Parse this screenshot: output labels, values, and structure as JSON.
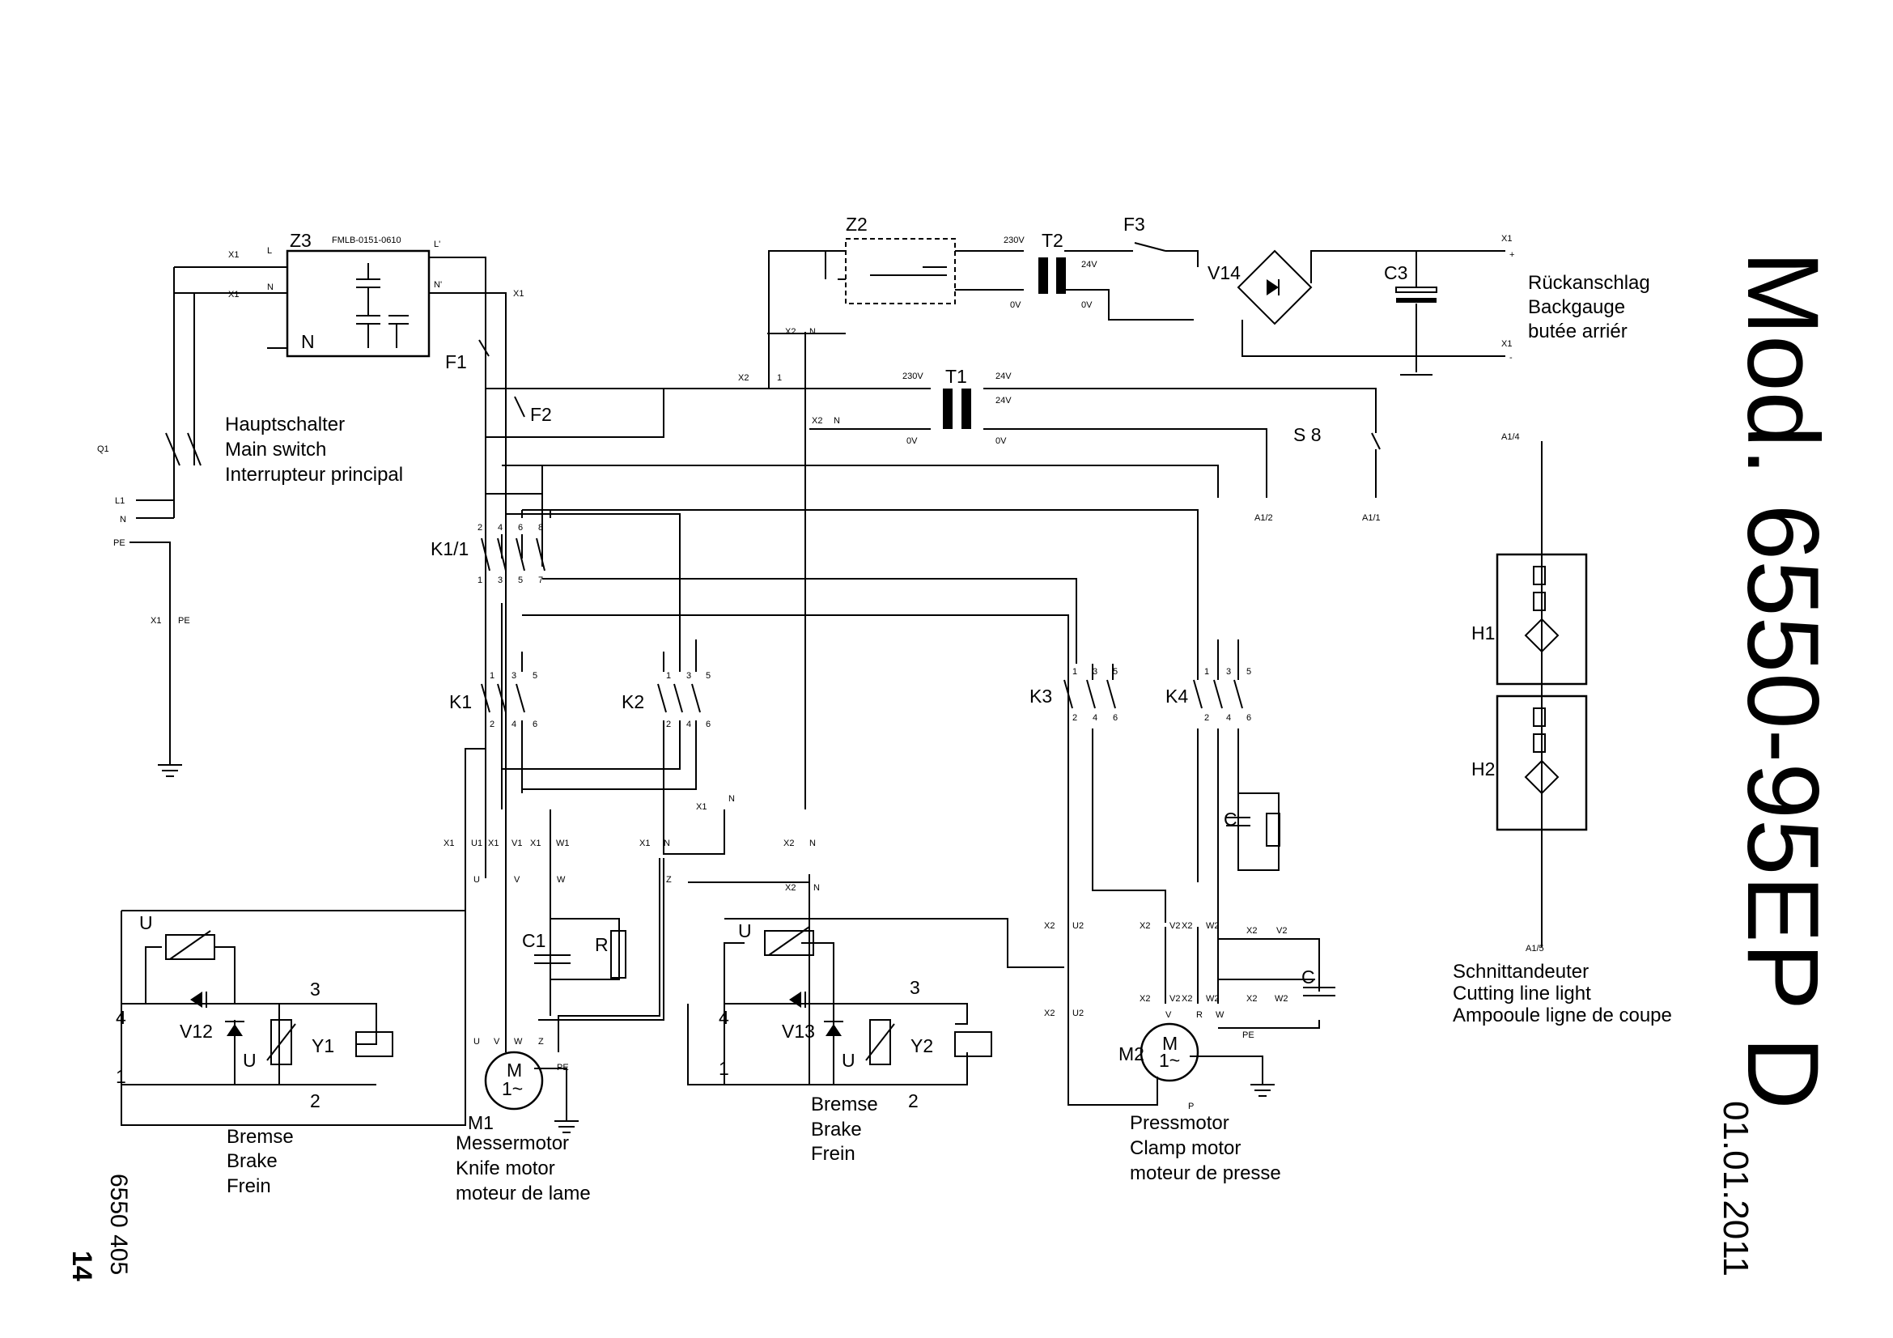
{
  "labels": {
    "title": "Mod. 6550-95EP D",
    "date": "01.01.2011",
    "drawing_number": "6550 405",
    "page_number": "14",
    "z3": "Z3",
    "z3_part": "FMLB-0151-0610",
    "z2": "Z2",
    "t1": "T1",
    "t2": "T2",
    "f1": "F1",
    "f2": "F2",
    "f3": "F3",
    "v14": "V14",
    "c3": "C3",
    "s8": "S 8",
    "k1_1": "K1/1",
    "k1": "K1",
    "k2": "K2",
    "k3": "K3",
    "k4": "K4",
    "c1": "C1",
    "r": "R",
    "c": "C",
    "m": "M",
    "m1": "M1",
    "m2": "M2",
    "one_phase": "1~",
    "v12": "V12",
    "v13": "V13",
    "y1": "Y1",
    "y2": "Y2",
    "u": "U",
    "h1": "H1",
    "h2": "H2",
    "q1": "Q1",
    "l1": "L1",
    "n": "N",
    "pe": "PE",
    "l": "L",
    "l_prime": "L'",
    "n_prime": "N'",
    "x1": "X1",
    "x2": "X2",
    "xn": "N",
    "v230": "230V",
    "v24": "24V",
    "v0": "0V",
    "plus": "+",
    "minus": "-",
    "a1_1": "A1/1",
    "a1_2": "A1/2",
    "a1_4": "A1/4",
    "a1_5": "A1/5",
    "t_1": "1",
    "t_2": "2",
    "t_3": "3",
    "t_4": "4",
    "t_5": "5",
    "t_6": "6",
    "t_7": "7",
    "t_8": "8",
    "U": "U",
    "V": "V",
    "W": "W",
    "Z": "Z",
    "P": "P",
    "R": "R",
    "U1": "U1",
    "V1": "V1",
    "W1": "W1",
    "U2": "U2",
    "V2": "V2",
    "W2": "W2"
  },
  "captions": {
    "main_switch": [
      "Hauptschalter",
      "Main switch",
      "Interrupteur principal"
    ],
    "backgauge": [
      "Rückanschlag",
      "Backgauge",
      "butée arriér"
    ],
    "brake": [
      "Bremse",
      "Brake",
      "Frein"
    ],
    "knife_motor": [
      "Messermotor",
      "Knife motor",
      "moteur de lame"
    ],
    "clamp_motor": [
      "Pressmotor",
      "Clamp motor",
      "moteur de presse"
    ],
    "cutting_light": [
      "Schnittandeuter",
      "Cutting line light",
      "Ampooule ligne de coupe"
    ]
  }
}
